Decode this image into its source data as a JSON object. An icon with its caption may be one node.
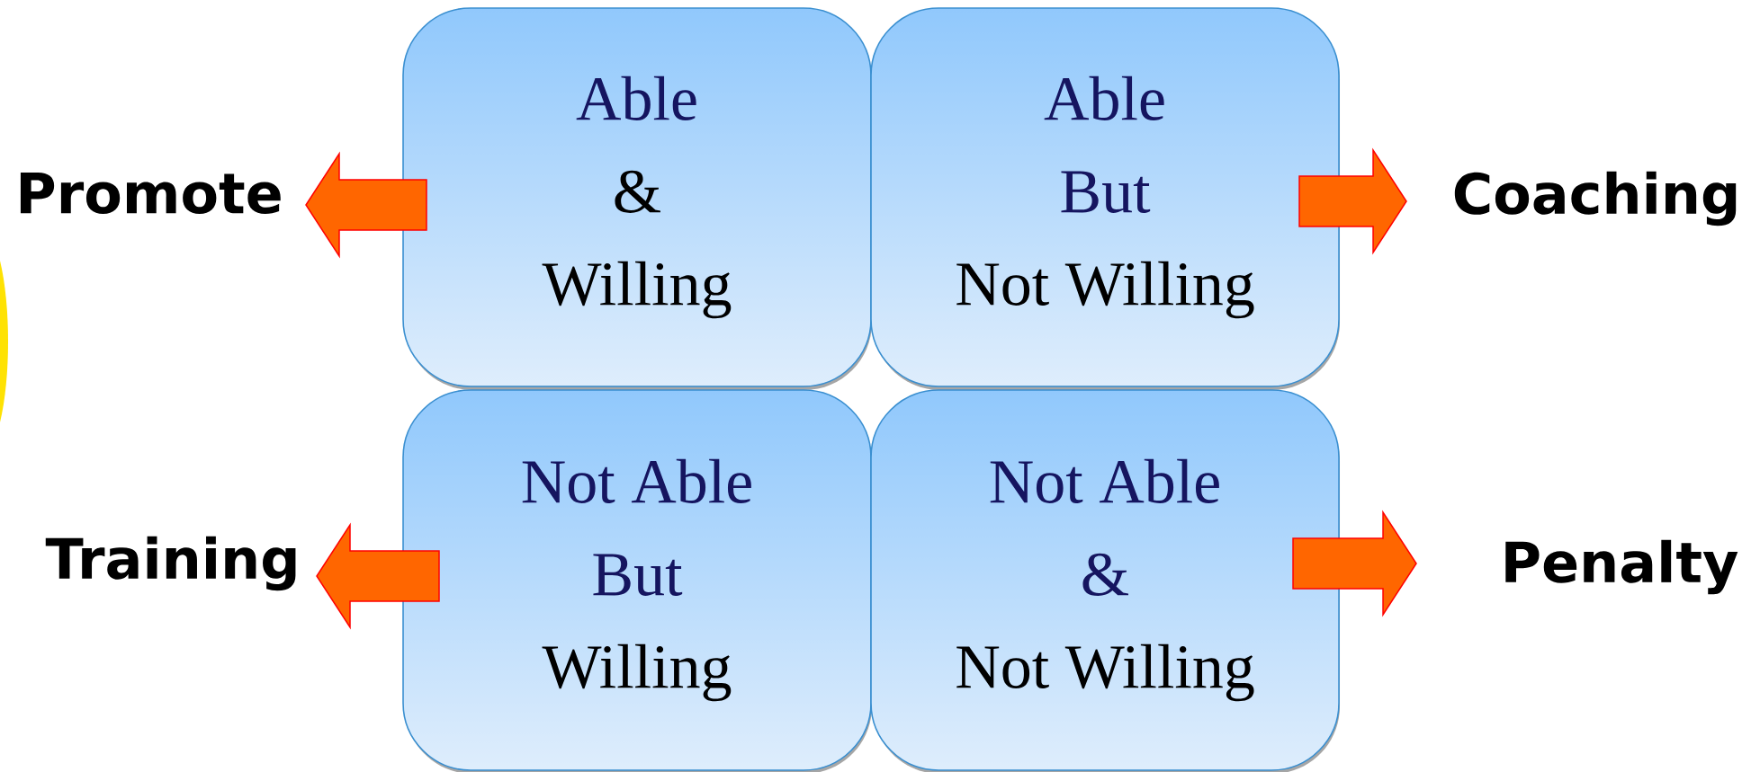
{
  "diagram": {
    "nodes": [
      {
        "text": [
          "Able",
          "&",
          "Willing"
        ]
      },
      {
        "text": [
          "Able",
          "But",
          "Not Willing"
        ]
      },
      {
        "text": [
          "Not Able",
          "But",
          "Willing"
        ]
      },
      {
        "text": [
          "Not Able",
          "&",
          "Not Willing"
        ]
      },
      {
        "text": [
          "Promote"
        ]
      },
      {
        "text": [
          "Coaching"
        ]
      },
      {
        "text": [
          "Training"
        ]
      },
      {
        "text": [
          "Penalty"
        ]
      }
    ],
    "edges": [
      {
        "from": 0,
        "to": 4,
        "arrow": "to"
      },
      {
        "from": 1,
        "to": 5,
        "arrow": "to"
      },
      {
        "from": 2,
        "to": 6,
        "arrow": "to"
      },
      {
        "from": 3,
        "to": 7,
        "arrow": "to"
      }
    ]
  }
}
